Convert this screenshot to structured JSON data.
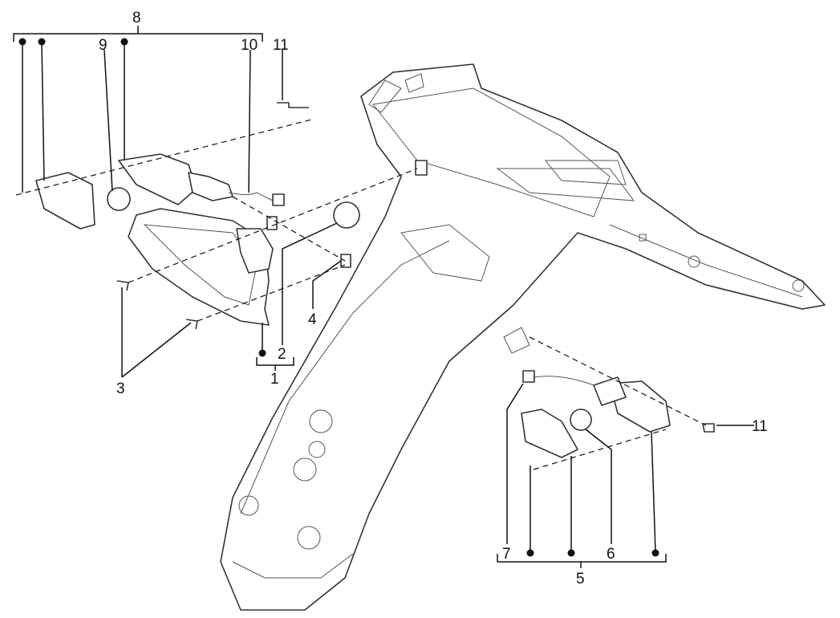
{
  "diagram": {
    "callouts": {
      "c1": "1",
      "c2": "2",
      "c3": "3",
      "c4": "4",
      "c5": "5",
      "c6": "6",
      "c7": "7",
      "c8": "8",
      "c9": "9",
      "c10": "10",
      "c11_top": "11",
      "c11_right": "11"
    }
  }
}
